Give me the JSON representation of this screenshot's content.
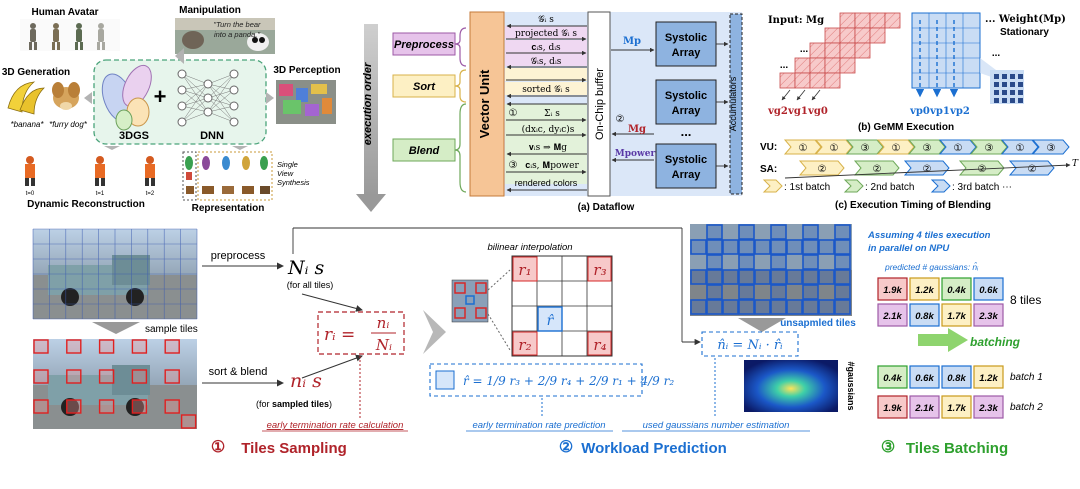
{
  "top_left": {
    "human_avatar": "Human Avatar",
    "manipulation": "Manipulation",
    "manip_quote_1": "\"Turn the bear",
    "manip_quote_2": "into a panda.\"",
    "gen3d": "3D Generation",
    "perception": "3D Perception",
    "banana": "*banana*",
    "furry_dog": "*furry dog*",
    "gs": "3DGS",
    "plus": "+",
    "dnn": "DNN",
    "t0": "t=0",
    "t1": "t=1",
    "t2": "t=2",
    "dynamic": "Dynamic Reconstruction",
    "single_view_1": "Single",
    "single_view_2": "View",
    "single_view_3": "Synthesis",
    "representation": "Representation"
  },
  "exec_order": "execution order",
  "dataflow": {
    "stages": [
      "Preprocess",
      "Sort",
      "Blend"
    ],
    "vector_unit": "Vector Unit",
    "onchip": "On-Chip buffer",
    "systolic": [
      "Systolic Array",
      "Systolic Array",
      "Systolic Array"
    ],
    "accumulators": "Accumulators",
    "ellipsis": "...",
    "rows": [
      "𝒢ᵢ s",
      "projected 𝒢ᵢ s",
      "𝐜ᵢs, dᵢs",
      "𝒢ᵢs, dᵢs",
      "sorted 𝒢ᵢ s",
      "Σᵢ s",
      "(dxᵢc, dyᵢc)s",
      "𝐯ᵢs ⇒ 𝐌g",
      "𝐜ᵢs, 𝐌power",
      "rendered colors"
    ],
    "num1": "①",
    "num2": "②",
    "num3": "③",
    "mp": "𝐌p",
    "mg": "𝐌g",
    "mpower": "𝐌power",
    "caption": "(a) Dataflow"
  },
  "gemm": {
    "input": "Input: 𝐌g",
    "weight": "... Weight(𝐌p)",
    "stationary": "Stationary",
    "vg": [
      "𝐯g2",
      "𝐯g1",
      "𝐯g0"
    ],
    "vp": [
      "𝐯p0",
      "𝐯p1",
      "𝐯p2"
    ],
    "dots": "...",
    "caption": "(b) GeMM Execution"
  },
  "timing": {
    "vu": "VU:",
    "sa": "SA:",
    "vu_seq": [
      "①",
      "①",
      "③",
      "①",
      "③",
      "①",
      "③",
      "①",
      "③"
    ],
    "sa_seq": [
      "②",
      "②",
      "②",
      "②",
      "②"
    ],
    "t": "T",
    "legend": [
      ": 1st batch",
      ": 2nd batch",
      ": 3rd batch ⋯"
    ],
    "caption": "(c) Execution Timing of Blending"
  },
  "sampling": {
    "preprocess": "preprocess",
    "ni_s": "Nᵢ s",
    "all_tiles": "(for all tiles)",
    "sample_tiles": "sample tiles",
    "sort_blend": "sort & blend",
    "ni_small_s": "nᵢ s",
    "for_sampled_pre": "(for ",
    "for_sampled_bold": "sampled tiles",
    "for_sampled_post": ")",
    "ri_eq": "rᵢ =",
    "frac_num": "nᵢ",
    "frac_den": "Nᵢ",
    "early_calc": "early termination rate calculation",
    "num": "①",
    "title": "Tiles Sampling"
  },
  "workload": {
    "bilinear": "bilinear interpolation",
    "r": [
      "r₁",
      "r₃",
      "r₂",
      "r₄"
    ],
    "rhat": "r̂",
    "unsampled": "unsapmled tiles",
    "nhat_eq": "n̂ᵢ = Nᵢ · r̂ᵢ",
    "formula": "r̂ = 1/9 r₃ + 2/9 r₄ + 2/9 r₁ + 4/9 r₂",
    "early_pred": "early termination rate prediction",
    "used_gauss": "used gaussians number estimation",
    "vertical_label": "#gaussians",
    "num": "②",
    "title": "Workload Prediction"
  },
  "batching": {
    "assume_1": "Assuming  4  tiles execution",
    "assume_2": "in parallel on NPU",
    "predicted": "predicted # gaussians: n̂ᵢ",
    "grid_row1": [
      "1.9k",
      "1.2k",
      "0.4k",
      "0.6k"
    ],
    "grid_row2": [
      "2.1k",
      "0.8k",
      "1.7k",
      "2.3k"
    ],
    "tiles8": "8 tiles",
    "batching": "batching",
    "batch1_vals": [
      "0.4k",
      "0.6k",
      "0.8k",
      "1.2k"
    ],
    "batch2_vals": [
      "1.9k",
      "2.1k",
      "1.7k",
      "2.3k"
    ],
    "batch1": "batch 1",
    "batch2": "batch 2",
    "num": "③",
    "title": "Tiles Batching"
  },
  "colors": {
    "red": "#b0232a",
    "blue": "#1b6fd1",
    "green": "#2ea02e",
    "orange": "#f5c393",
    "purple": "#e8c6e8",
    "yellow_c": "#fdf1c8",
    "green_c": "#d4edc6",
    "pink_cell": "#f7c9c9"
  }
}
